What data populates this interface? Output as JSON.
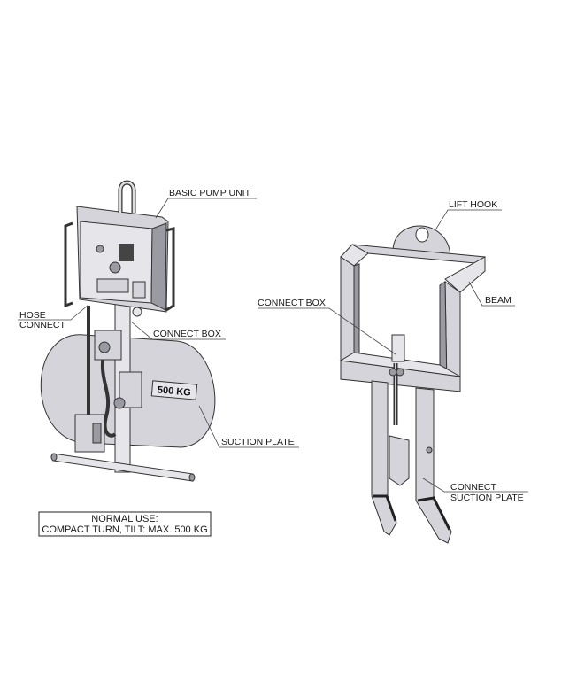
{
  "left_unit": {
    "labels": {
      "basic_pump_unit": "BASIC PUMP UNIT",
      "hose_connect_line1": "HOSE",
      "hose_connect_line2": "CONNECT",
      "connect_box": "CONNECT BOX",
      "suction_plate": "SUCTION PLATE"
    },
    "plate_marking": "500 KG",
    "note_box": {
      "line1": "NORMAL USE:",
      "line2": "COMPACT TURN, TILT: MAX. 500 KG"
    }
  },
  "right_unit": {
    "labels": {
      "lift_hook": "LIFT HOOK",
      "connect_box": "CONNECT BOX",
      "beam": "BEAM",
      "connect_suction_plate_line1": "CONNECT",
      "connect_suction_plate_line2": "SUCTION PLATE"
    }
  }
}
